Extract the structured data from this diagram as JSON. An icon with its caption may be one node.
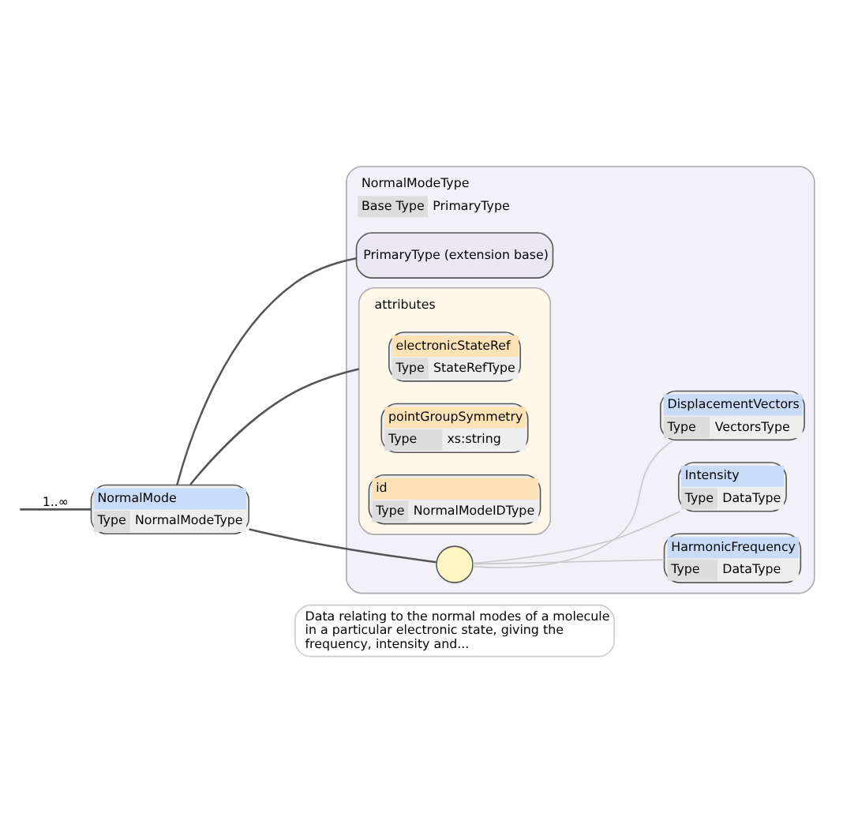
{
  "diagram": {
    "nodes": [
      {
        "text": [
          "NormalMode",
          "Type",
          "NormalModeType"
        ]
      },
      {
        "text": [
          "NormalModeType",
          "Base Type",
          "PrimaryType"
        ]
      },
      {
        "text": [
          "PrimaryType (extension base)"
        ],
        "in": 1
      },
      {
        "text": [
          "attributes"
        ],
        "in": 1
      },
      {
        "text": [
          "electronicStateRef",
          "Type",
          "StateRefType"
        ],
        "in": 3
      },
      {
        "text": [
          "pointGroupSymmetry",
          "Type",
          "xs:string"
        ],
        "in": 3
      },
      {
        "text": [
          "id",
          "Type",
          "NormalModeIDType"
        ],
        "in": 3
      },
      {
        "text": [],
        "shape": "circle",
        "in": 1
      },
      {
        "text": [
          "HarmonicFrequency",
          "Type",
          "DataType"
        ],
        "in": 1
      },
      {
        "text": [
          "Intensity",
          "Type",
          "DataType"
        ],
        "in": 1
      },
      {
        "text": [
          "DisplacementVectors",
          "Type",
          "VectorsType"
        ],
        "in": 1
      },
      {
        "text": [
          "Data relating to the normal modes of a molecule in a particular electronic state, giving the frequency, intensity and..."
        ]
      }
    ],
    "edges": [
      {
        "from": null,
        "to": 0,
        "arrow": "none",
        "label": "1..∞"
      },
      {
        "from": 0,
        "to": 2,
        "arrow": "none"
      },
      {
        "from": 0,
        "to": 3,
        "arrow": "none"
      },
      {
        "from": 0,
        "to": 7,
        "arrow": "none"
      },
      {
        "from": 7,
        "to": 8,
        "arrow": "none",
        "color": "#c8c8c8"
      },
      {
        "from": 7,
        "to": 9,
        "arrow": "none",
        "color": "#c8c8c8"
      },
      {
        "from": 7,
        "to": 10,
        "arrow": "none",
        "color": "#c8c8c8"
      }
    ]
  }
}
